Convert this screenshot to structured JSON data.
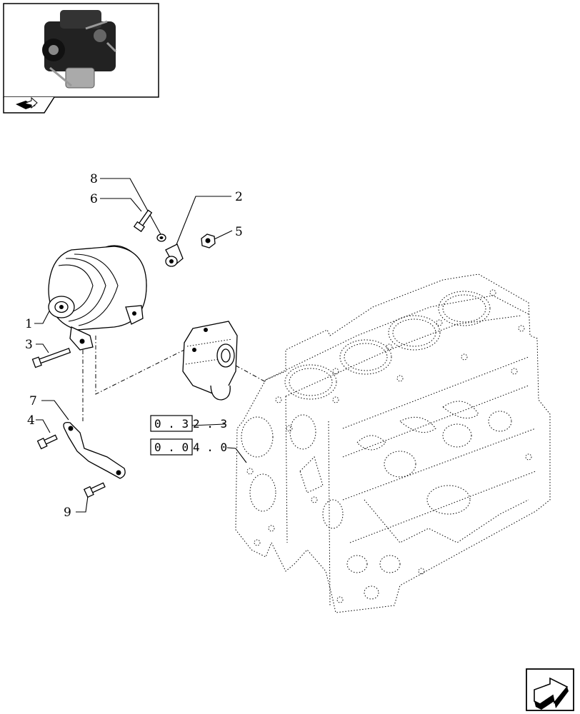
{
  "callouts": [
    {
      "id": "1",
      "text": "1"
    },
    {
      "id": "2",
      "text": "2"
    },
    {
      "id": "3",
      "text": "3"
    },
    {
      "id": "4",
      "text": "4"
    },
    {
      "id": "5",
      "text": "5"
    },
    {
      "id": "6",
      "text": "6"
    },
    {
      "id": "7",
      "text": "7"
    },
    {
      "id": "8",
      "text": "8"
    },
    {
      "id": "9",
      "text": "9"
    }
  ],
  "references": [
    {
      "boxed": "0 . 3",
      "rest": "2 . 3"
    },
    {
      "boxed": "0 . 0",
      "rest": "4 . 0"
    }
  ],
  "icons": {
    "thumbnail": "engine-thumbnail-icon",
    "tab": "book-arrow-icon",
    "nav": "next-page-arrow-icon"
  }
}
